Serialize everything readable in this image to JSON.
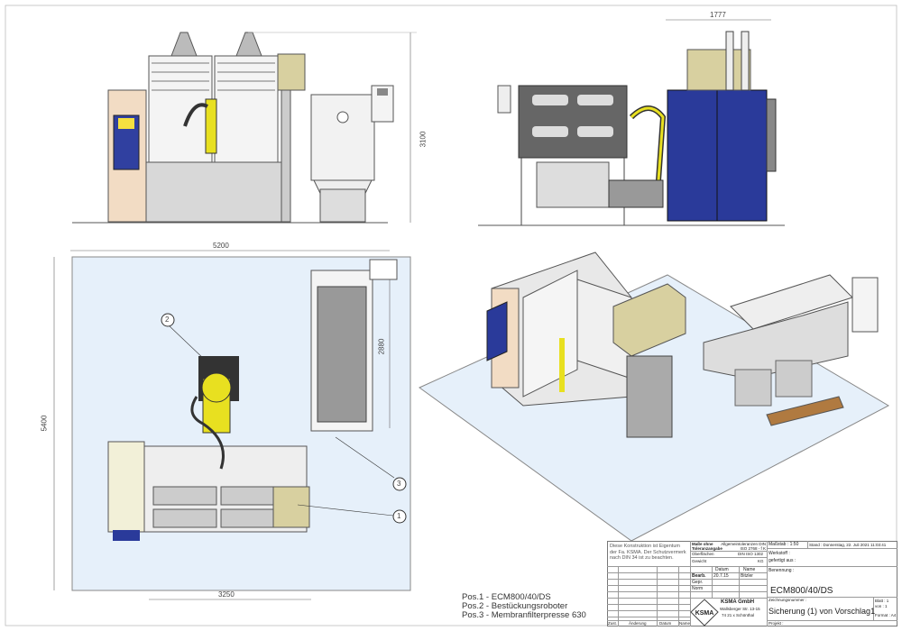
{
  "dimensions": {
    "front_height": "3100",
    "side_width": "1777",
    "plan_width": "5200",
    "plan_depth": "5400",
    "press_length": "2880",
    "machine_width": "3250"
  },
  "balloons": [
    "1",
    "2",
    "3"
  ],
  "positions": [
    "Pos.1 - ECM800/40/DS",
    "Pos.2 - Bestückungsroboter",
    "Pos.3 - Membranfilterpresse 630"
  ],
  "title_block": {
    "notice": [
      "Diese Konstruktion ist Eigentum",
      "der Fa. KSMA. Der Schutzvermerk",
      "nach DIN 34 ist zu beachten."
    ],
    "tolerance_label": "Maße ohne Toleranzangabe",
    "general_tolerance": "Allgemeintoleranzen DIN ISO 2768 - f K",
    "surface_label": "Oberflächen",
    "surface_value": "DIN ISO 1302",
    "weight_label": "Gewicht",
    "weight_value": "KG",
    "scale": "Maßstab : 1:50",
    "status": "Stand : Donnerstag, 22. Juli 2021 11:03:41",
    "material": "Werkstoff :",
    "made_from": "gefertigt aus :",
    "date_header": "Datum",
    "name_header": "Name",
    "rows": [
      {
        "label": "Bearb.",
        "date": "20.7.15",
        "name": "Bitzler"
      },
      {
        "label": "Gepr.",
        "date": "",
        "name": ""
      },
      {
        "label": "Norm",
        "date": "",
        "name": ""
      }
    ],
    "designation_label": "Benennung :",
    "designation": "ECM800/40/DS",
    "company": "KSMA GmbH",
    "company_street": "Wallsberger Str. 13-15",
    "company_city": "74 21 x Schönthal",
    "logo_text": "KSMA",
    "drawing_number_label": "Zeichnungsnummer :",
    "drawing_number": "Sicherung (1) von Vorschlag1",
    "sheet": "Blatt : 1",
    "of": "von : 1",
    "format": "Format : A4",
    "project": "Projekt :",
    "change_headers": [
      "Zust.",
      "Änderung",
      "Datum",
      "Name"
    ]
  },
  "colors": {
    "plan_bg": "#e6f0fa",
    "robot": "#e8e020",
    "cabinet": "#2a3a9a",
    "panel": "#f2dcc4",
    "frame": "#888888"
  }
}
